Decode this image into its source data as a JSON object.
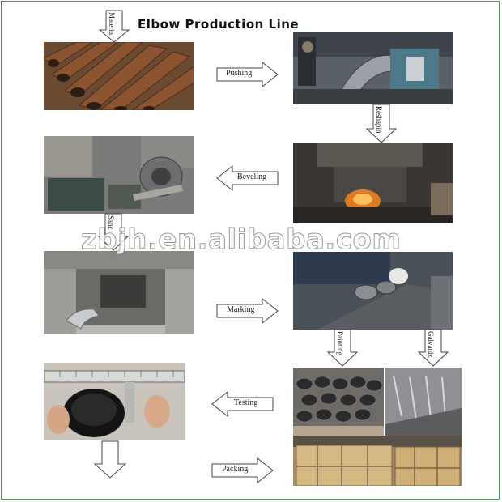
{
  "header": {
    "title": "Elbow Production Line"
  },
  "steps": {
    "material": "Materia",
    "pushing": "Pushing",
    "reshaping": "Reshapin",
    "beveling": "Beveling",
    "sandblasting": "Sanc",
    "marking": "Marking",
    "painting": "Painting",
    "galvanizing": "Galvaniz",
    "testing": "Testing",
    "packing": "Packing"
  },
  "watermark": "zbjh.en.alibaba.com",
  "colors": {
    "border": "#4a8f5a",
    "arrow_fill": "#ffffff",
    "arrow_stroke": "#444444"
  }
}
